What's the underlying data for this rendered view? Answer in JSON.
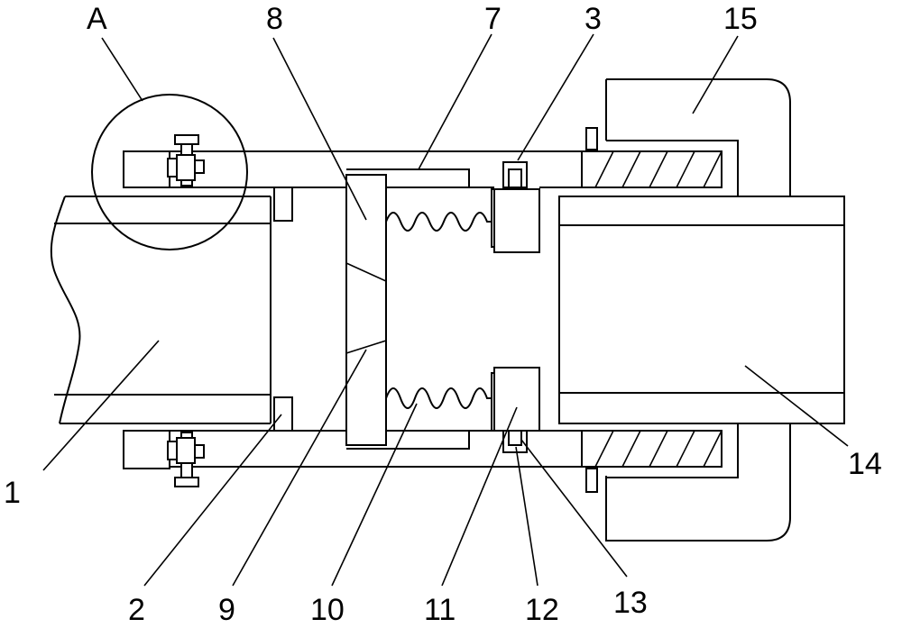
{
  "diagram": {
    "labels": {
      "A": "A",
      "n1": "1",
      "n2": "2",
      "n3": "3",
      "n7": "7",
      "n8": "8",
      "n9": "9",
      "n10": "10",
      "n11": "11",
      "n12": "12",
      "n13": "13",
      "n14": "14",
      "n15": "15"
    }
  }
}
